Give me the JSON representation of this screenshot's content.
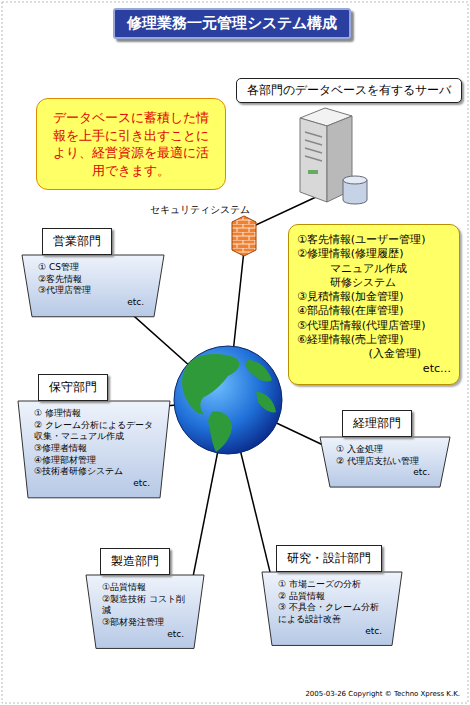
{
  "diagram": {
    "title": "修理業務一元管理システム構成",
    "nodes": [
      {
        "text": [
          "各部門のデータベースを有するサーバ"
        ]
      },
      {
        "text": [
          "データベースに蓄積した情報を上手に引き出すことにより、経営資源を最適に活用できます。"
        ]
      },
      {
        "text": [
          "①客先情報(ユーザー管理)",
          "②修理情報(修理履歴)",
          "マニュアル作成",
          "研修システム",
          "③見積情報(加金管理)",
          "④部品情報(在庫管理)",
          "⑤代理店情報(代理店管理)",
          "⑥経理情報(売上管理)",
          "(入金管理)",
          "etc…"
        ]
      },
      {
        "text": [
          "営業部門",
          "① CS管理",
          "②客先情報",
          "③代理店管理",
          "etc."
        ]
      },
      {
        "text": [
          "保守部門",
          "① 修理情報",
          "② クレーム分析によるデータ収集・マニュアル作成",
          "③修理者情報",
          "④修理部材管理",
          "⑤技術者研修システム",
          "etc."
        ]
      },
      {
        "text": [
          "経理部門",
          "① 入金処理",
          "② 代理店支払い管理",
          "etc."
        ]
      },
      {
        "text": [
          "製造部門",
          "①品質情報",
          "②製造技術 コスト削減",
          "③部材発注管理",
          "etc."
        ]
      },
      {
        "text": [
          "研究・設計部門",
          "① 市場ニーズの分析",
          "② 品質情報",
          "③ 不具合・クレーム分析による設計改善",
          "etc."
        ]
      }
    ],
    "labels": [
      "セキュリティシステム",
      "2005-03-26 Copyright © Techno Xpress K.K."
    ]
  }
}
